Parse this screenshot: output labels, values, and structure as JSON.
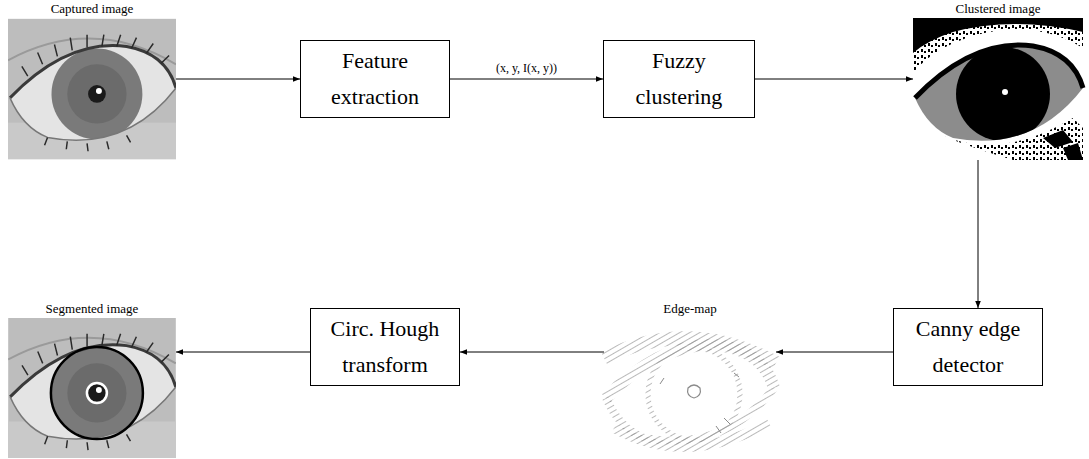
{
  "diagram": {
    "nodes": [
      {
        "text": [
          "Captured image"
        ]
      },
      {
        "text": [
          "Feature extraction"
        ]
      },
      {
        "text": [
          "Fuzzy clustering"
        ]
      },
      {
        "text": [
          "Clustered image"
        ]
      },
      {
        "text": [
          "Segmented image"
        ]
      },
      {
        "text": [
          "Circ. Hough transform"
        ]
      },
      {
        "text": [
          "Edge-map"
        ]
      },
      {
        "text": [
          "Canny edge detector"
        ]
      }
    ],
    "edges": [
      {
        "from": 0,
        "to": 1,
        "arrow": "to"
      },
      {
        "from": 1,
        "to": 2,
        "label": "(x, y, I(x, y))",
        "arrow": "to"
      },
      {
        "from": 2,
        "to": 3,
        "arrow": "to"
      },
      {
        "from": 3,
        "to": 7,
        "arrow": "to"
      },
      {
        "from": 7,
        "to": 6,
        "arrow": "to"
      },
      {
        "from": 6,
        "to": 5,
        "arrow": "to"
      },
      {
        "from": 5,
        "to": 4,
        "arrow": "to"
      }
    ]
  }
}
